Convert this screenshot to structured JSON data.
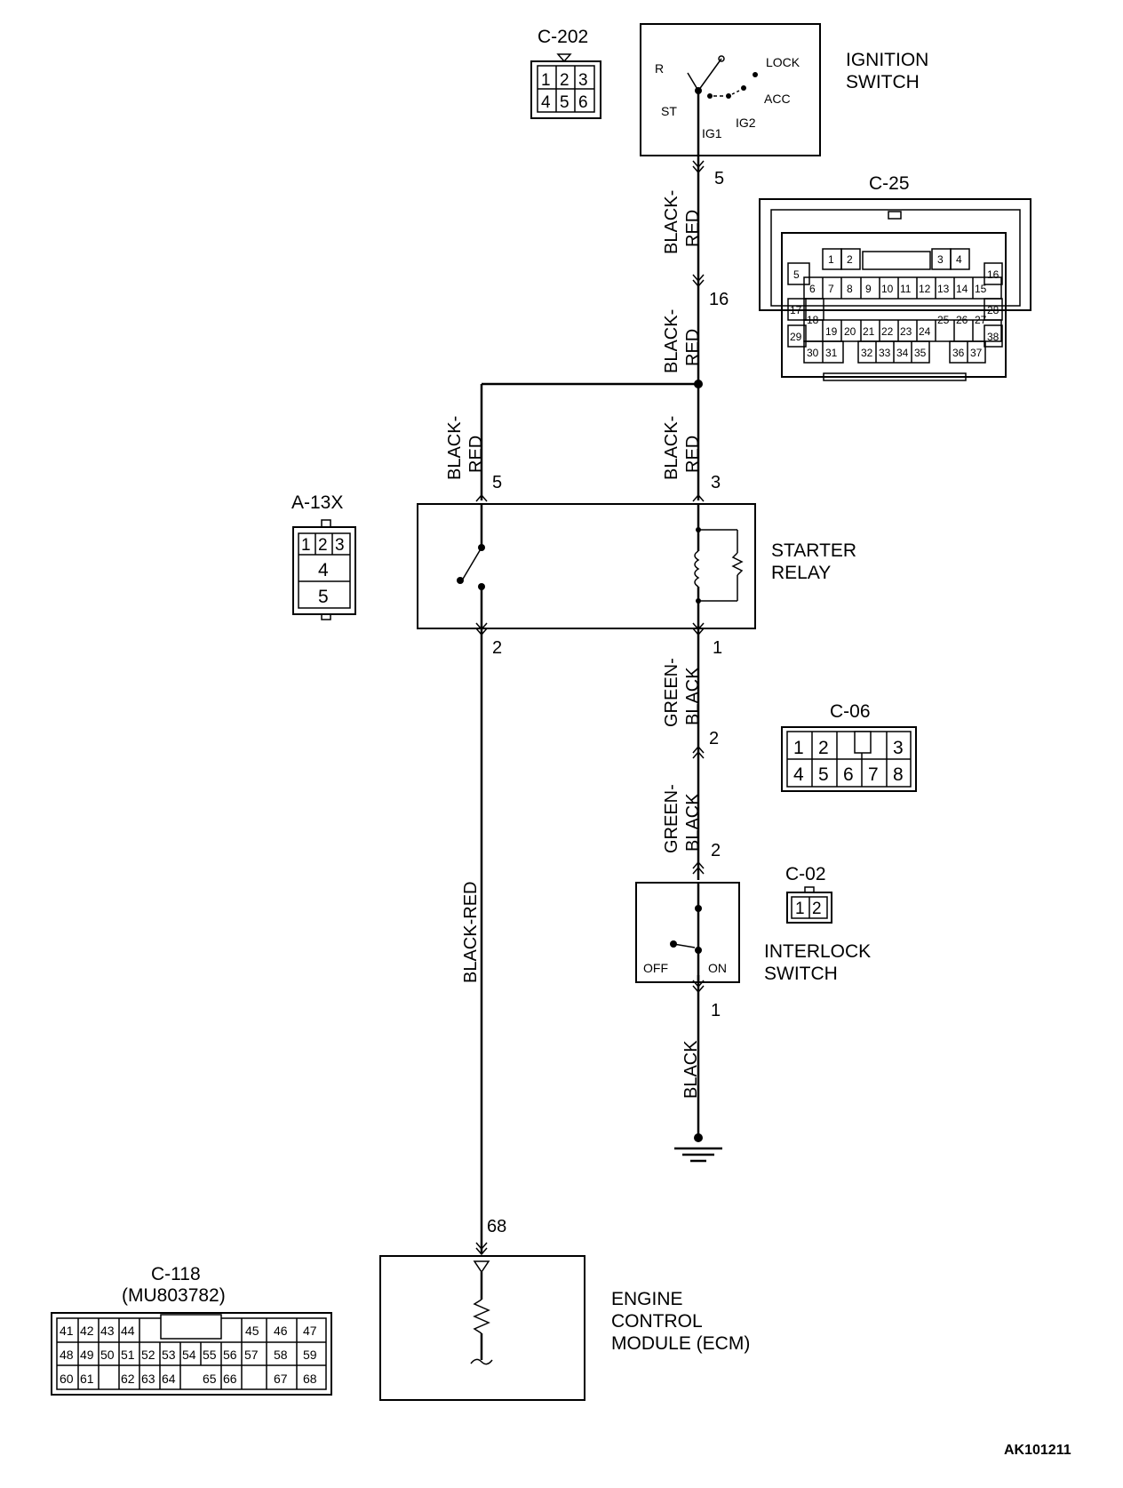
{
  "connectors": {
    "c202": {
      "label": "C-202",
      "pins": [
        "1",
        "2",
        "3",
        "4",
        "5",
        "6"
      ]
    },
    "c25": {
      "label": "C-25",
      "pins": [
        "1",
        "2",
        "3",
        "4",
        "5",
        "6",
        "7",
        "8",
        "9",
        "10",
        "11",
        "12",
        "13",
        "14",
        "15",
        "16",
        "17",
        "18",
        "19",
        "20",
        "21",
        "22",
        "23",
        "24",
        "25",
        "26",
        "27",
        "28",
        "29",
        "30",
        "31",
        "32",
        "33",
        "34",
        "35",
        "36",
        "37",
        "38"
      ]
    },
    "a13x": {
      "label": "A-13X",
      "pins": [
        "1",
        "2",
        "3",
        "4",
        "5"
      ]
    },
    "c06": {
      "label": "C-06",
      "pins": [
        "1",
        "2",
        "3",
        "4",
        "5",
        "6",
        "7",
        "8"
      ]
    },
    "c02": {
      "label": "C-02",
      "pins": [
        "1",
        "2"
      ]
    },
    "c118": {
      "label": "C-118",
      "part": "(MU803782)",
      "row1": [
        "41",
        "42",
        "43",
        "44",
        "45",
        "46",
        "47"
      ],
      "row2": [
        "48",
        "49",
        "50",
        "51",
        "52",
        "53",
        "54",
        "55",
        "56",
        "57",
        "58",
        "59"
      ],
      "row3": [
        "60",
        "61",
        "62",
        "63",
        "64",
        "65",
        "66",
        "67",
        "68"
      ]
    }
  },
  "components": {
    "ignition_switch": {
      "name_line1": "IGNITION",
      "name_line2": "SWITCH",
      "pos_r": "R",
      "pos_lock": "LOCK",
      "pos_acc": "ACC",
      "pos_st": "ST",
      "pos_ig1": "IG1",
      "pos_ig2": "IG2"
    },
    "starter_relay": {
      "name_line1": "STARTER",
      "name_line2": "RELAY"
    },
    "interlock_switch": {
      "name_line1": "INTERLOCK",
      "name_line2": "SWITCH",
      "off": "OFF",
      "on": "ON"
    },
    "ecm": {
      "name_line1": "ENGINE",
      "name_line2": "CONTROL",
      "name_line3": "MODULE (ECM)"
    }
  },
  "wires": {
    "black_red_1": "BLACK-",
    "black_red_2": "RED",
    "black_red": "BLACK-RED",
    "green_black_1": "GREEN-",
    "green_black_2": "BLACK",
    "black": "BLACK"
  },
  "pin_numbers": {
    "ign_out": "5",
    "c25_in": "16",
    "relay_5": "5",
    "relay_3": "3",
    "relay_2": "2",
    "relay_1": "1",
    "c06_2": "2",
    "interlock_2": "2",
    "interlock_1": "1",
    "ecm_68": "68"
  },
  "figure_id": "AK101211"
}
